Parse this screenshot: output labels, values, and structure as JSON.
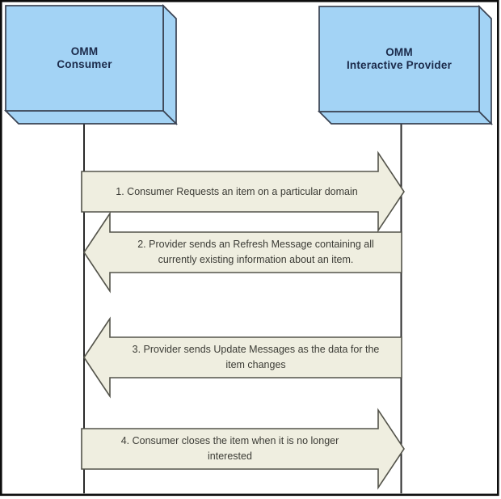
{
  "diagram": {
    "type": "message-flow-sequence",
    "nodes": [
      {
        "id": "consumer",
        "label": "OMM\nConsumer"
      },
      {
        "id": "provider",
        "label": "OMM\nInteractive Provider"
      }
    ],
    "messages": [
      {
        "step": "1",
        "direction": "right",
        "label": "1. Consumer Requests an item on a particular domain"
      },
      {
        "step": "2",
        "direction": "left",
        "label": "2. Provider sends an Refresh Message containing all\ncurrently existing information about an item."
      },
      {
        "step": "3",
        "direction": "left",
        "label": "3. Provider sends Update Messages as the data for the\nitem changes"
      },
      {
        "step": "4",
        "direction": "right",
        "label": "4. Consumer closes the item when it is no longer\ninterested"
      }
    ],
    "colors": {
      "node_fill": "#a3d3f5",
      "node_stroke": "#3a4252",
      "node_text": "#1b2a4a",
      "arrow_fill": "#efeee0",
      "arrow_stroke": "#53534a",
      "arrow_text": "#3c3c36",
      "lifeline": "#2b2b2b",
      "border": "#0d0d0d",
      "background": "#ffffff"
    }
  }
}
